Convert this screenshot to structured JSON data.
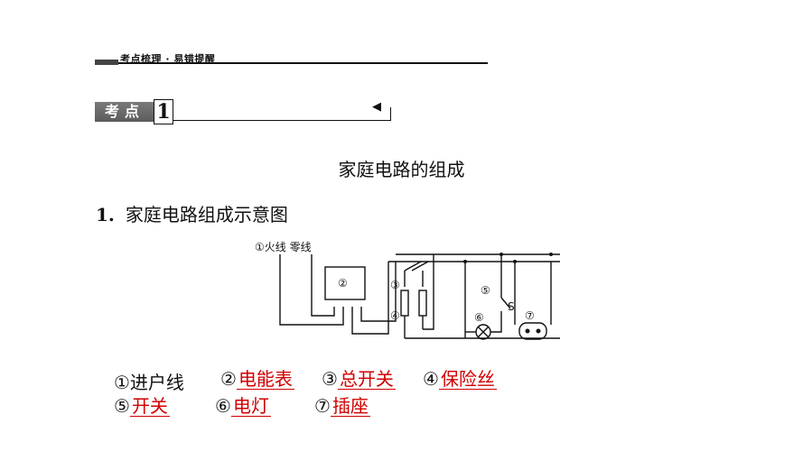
{
  "header": {
    "breadcrumb": "考点梳理 · 易错提醒"
  },
  "section": {
    "tag": "考点",
    "number": "1",
    "title": "家庭电路的组成"
  },
  "item1": {
    "number": "1.",
    "text": "家庭电路组成示意图"
  },
  "diagram": {
    "labels": {
      "live_neutral": "①火线 零线",
      "meter": "②",
      "main_switch": "③",
      "fuse": "④",
      "switch": "⑤",
      "switch_s": "S",
      "lamp": "⑥",
      "socket": "⑦"
    }
  },
  "answers": [
    {
      "marker": "①进户线",
      "answer": ""
    },
    {
      "marker": "②",
      "answer": "电能表"
    },
    {
      "marker": "③",
      "answer": "总开关"
    },
    {
      "marker": "④",
      "answer": "保险丝"
    },
    {
      "marker": "⑤",
      "answer": "开关"
    },
    {
      "marker": "⑥",
      "answer": "电灯"
    },
    {
      "marker": "⑦",
      "answer": "插座"
    }
  ],
  "colors": {
    "answer": "#d10000",
    "tag_bg": "#666666"
  }
}
